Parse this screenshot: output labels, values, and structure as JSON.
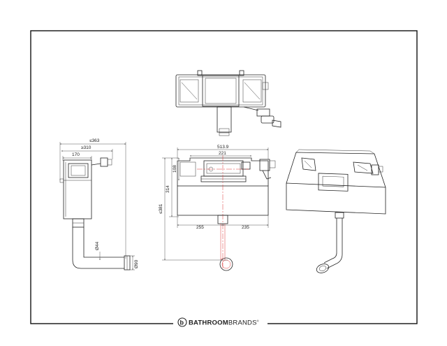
{
  "brand": {
    "name_bold": "BATHROOM",
    "name_light": "BRANDS",
    "mark": "®",
    "logo_letter": "b"
  },
  "dimensions": {
    "side_overall": "≤363",
    "side_depth": "≥310",
    "side_top": "170",
    "side_pipe_dia": "Ø44",
    "side_outlet_dia": "Ø90",
    "front_width": "513.9",
    "front_inner": "221",
    "front_top_height": "108",
    "front_mid_height": "314",
    "front_total_height": "≤381",
    "front_left": "255",
    "front_right": "235"
  }
}
